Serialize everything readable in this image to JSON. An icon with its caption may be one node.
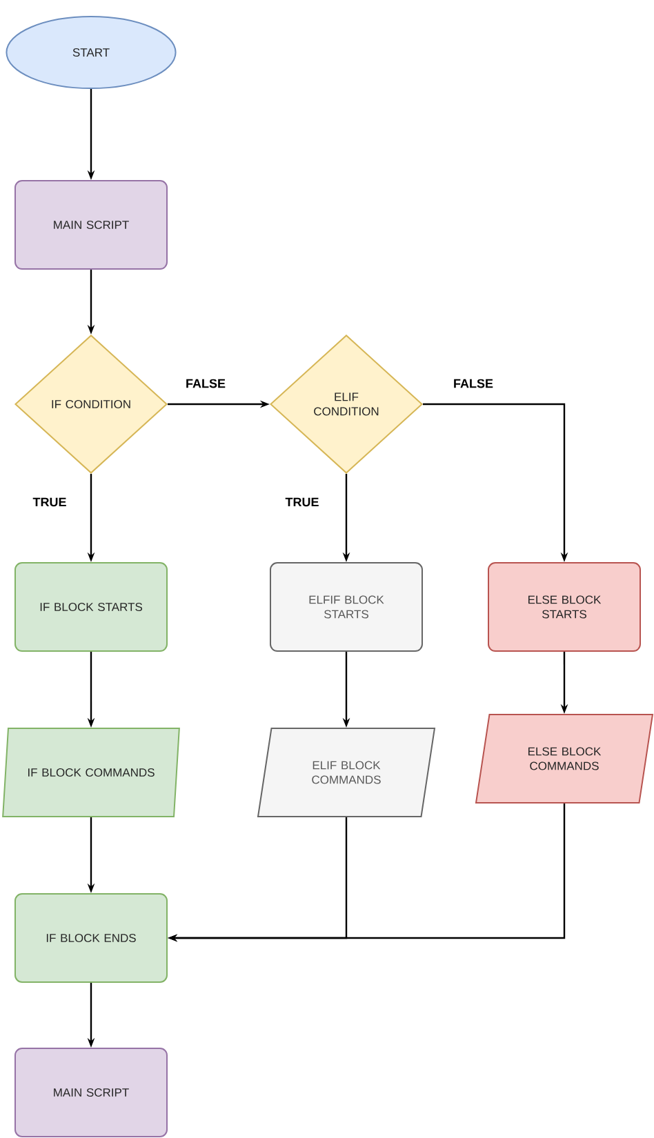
{
  "diagram": {
    "nodes": [
      {
        "text": [
          "START"
        ]
      },
      {
        "text": [
          "MAIN SCRIPT"
        ]
      },
      {
        "text": [
          "IF CONDITION"
        ]
      },
      {
        "text": [
          "ELIF CONDITION"
        ]
      },
      {
        "text": [
          "IF BLOCK STARTS"
        ]
      },
      {
        "text": [
          "ELFIF BLOCK STARTS"
        ]
      },
      {
        "text": [
          "ELSE BLOCK STARTS"
        ]
      },
      {
        "text": [
          "IF BLOCK COMMANDS"
        ]
      },
      {
        "text": [
          "ELIF BLOCK COMMANDS"
        ]
      },
      {
        "text": [
          "ELSE BLOCK COMMANDS"
        ]
      },
      {
        "text": [
          "IF BLOCK ENDS"
        ]
      },
      {
        "text": [
          "MAIN SCRIPT"
        ]
      }
    ],
    "edges": [
      {
        "from": 0,
        "to": 1,
        "arrow": "to"
      },
      {
        "from": 1,
        "to": 2,
        "arrow": "to"
      },
      {
        "from": 2,
        "to": 3,
        "label": "FALSE",
        "arrow": "to"
      },
      {
        "from": 3,
        "to": 6,
        "label": "FALSE",
        "arrow": "to"
      },
      {
        "from": 2,
        "to": 4,
        "label": "TRUE",
        "arrow": "to"
      },
      {
        "from": 3,
        "to": 5,
        "label": "TRUE",
        "arrow": "to"
      },
      {
        "from": 4,
        "to": 7,
        "arrow": "to"
      },
      {
        "from": 5,
        "to": 8,
        "arrow": "to"
      },
      {
        "from": 6,
        "to": 9,
        "arrow": "to"
      },
      {
        "from": 7,
        "to": 10,
        "arrow": "to"
      },
      {
        "from": 8,
        "to": 10,
        "arrow": "to"
      },
      {
        "from": 9,
        "to": 10,
        "arrow": "to"
      },
      {
        "from": 10,
        "to": 11,
        "arrow": "to"
      }
    ]
  }
}
